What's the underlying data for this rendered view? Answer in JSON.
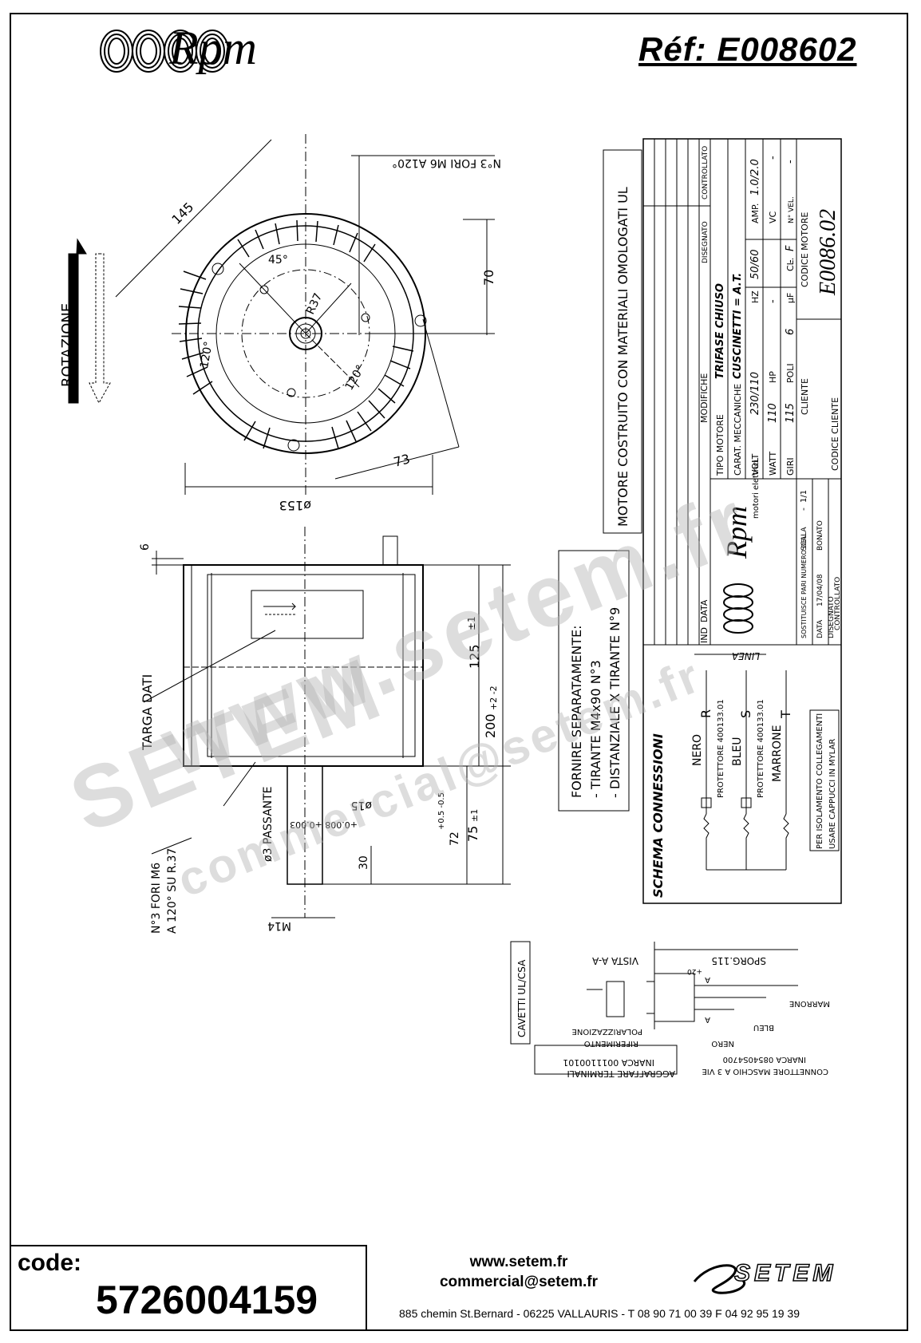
{
  "header": {
    "brand": "Rpm",
    "reference": "Réf:  E008602"
  },
  "drawing": {
    "rotation_label": "ROTAZIONE",
    "holes_top": "N°3 FORI M6 A120°",
    "dim_145": "145",
    "dim_70": "70",
    "dim_45": "45°",
    "dim_r37": "R37",
    "dim_120a": "120°",
    "dim_120b": "120°",
    "dim_73": "73",
    "dim_153": "ø153",
    "dim_6": "6",
    "targa": "TARGA DATI",
    "dim_125": "125",
    "tol_125": "±1",
    "dim_200": "200",
    "tol_200": "+2 -2",
    "dim_15": "ø15",
    "tol_15": "+0.008 +0.003",
    "dim_72": "72",
    "tol_72": "+0.5 -0.5",
    "dim_75": "75",
    "tol_75": "±1",
    "dim_30": "30",
    "passante": "ø3 PASSANTE",
    "holes_side_1": "N°3 FORI M6",
    "holes_side_2": "A 120° SU R.37",
    "dim_m14": "M14"
  },
  "notes": {
    "ul_materials": "MOTORE COSTRUITO CON MATERIALI OMOLOGATI UL",
    "separately_title": "FORNIRE SEPARATAMENTE:",
    "separately_1": "- TIRANTE M4x90 N°3",
    "separately_2": "- DISTANZIALE X TIRANTE N°9"
  },
  "title_block": {
    "mod_header": "MODIFICHE",
    "disegnato": "DISEGNATO",
    "controllato": "CONTROLLATO",
    "ind": "IND",
    "data": "DATA",
    "tipo_motore_label": "TIPO MOTORE",
    "tipo_motore": "TRIFASE CHIUSO",
    "carat_label": "CARAT. MECCANICHE",
    "carat": "CUSCINETTI = A.T.",
    "volt_label": "VOLT",
    "volt": "230/110",
    "hz_label": "HZ",
    "hz": "50/60",
    "amp_label": "AMP.",
    "amp": "1.0/2.0",
    "watt_label": "WATT",
    "watt": "110",
    "hp_label": "HP",
    "hp": "-",
    "vc_label": "VC",
    "vc": "-",
    "giri_label": "GIRI",
    "giri": "115",
    "poli_label": "POLI",
    "poli": "6",
    "uf_label": "µF",
    "uf": "-",
    "cl_label": "CL.",
    "cl": "F",
    "nvel_label": "N° VEL.",
    "nvel": "-",
    "codice_motore_label": "CODICE MOTORE",
    "codice_motore": "E0086.02",
    "cliente_label": "CLIENTE",
    "codice_cliente_label": "CODICE CLIENTE",
    "rpm_brand": "Rpm",
    "rpm_sub": "motori elettrici",
    "sostituisce": "SOSTITUISCE PARI NUMERO DEL",
    "sost_value": "-",
    "scala": "SCALA",
    "scala_value": "1/1",
    "data_label": "DATA",
    "data_value": "17/04/08",
    "disegnato_label": "DISEGNATO",
    "disegnato_value": "BONATO",
    "controllato_label": "CONTROLLATO"
  },
  "schema": {
    "title": "SCHEMA CONNESSIONI",
    "linea": "LINEA",
    "r": "R",
    "s": "S",
    "t": "T",
    "nero": "NERO",
    "bleu": "BLEU",
    "marrone": "MARRONE",
    "prot1": "PROTETTORE 400133.01",
    "prot2": "PROTETTORE 400133.01",
    "note1": "PER ISOLAMENTO COLLEGAMENTI",
    "note2": "USARE CAPPUCCI IN MYLAR"
  },
  "cable": {
    "cavetti": "CAVETTI UL/CSA",
    "vista": "VISTA A-A",
    "rif1": "RIFERIMENTO",
    "rif2": "POLARIZZAZIONE",
    "aggraf1": "AGGRAFFARE TERMINALI",
    "aggraf2": "INARCA 0011100101",
    "conn1": "CONNETTORE MASCHIO A 3 VIE",
    "conn2": "INARCA 08540S4700",
    "sporg": "SPORG.115",
    "sporg_tol": "+20",
    "nero": "NERO",
    "bleu": "BLEU",
    "marrone": "MARRONE",
    "a": "A"
  },
  "watermark": {
    "line1": "www.setem.fr",
    "line2": "SETEM",
    "line3": "commercial@setem.fr"
  },
  "footer": {
    "code_label": "code:",
    "code_value": "5726004159",
    "website": "www.setem.fr",
    "email": "commercial@setem.fr",
    "address": "885 chemin St.Bernard  -  06225 VALLAURIS  -  T 08 90 71 00 39   F 04 92 95 19 39",
    "brand": "SETEM"
  }
}
